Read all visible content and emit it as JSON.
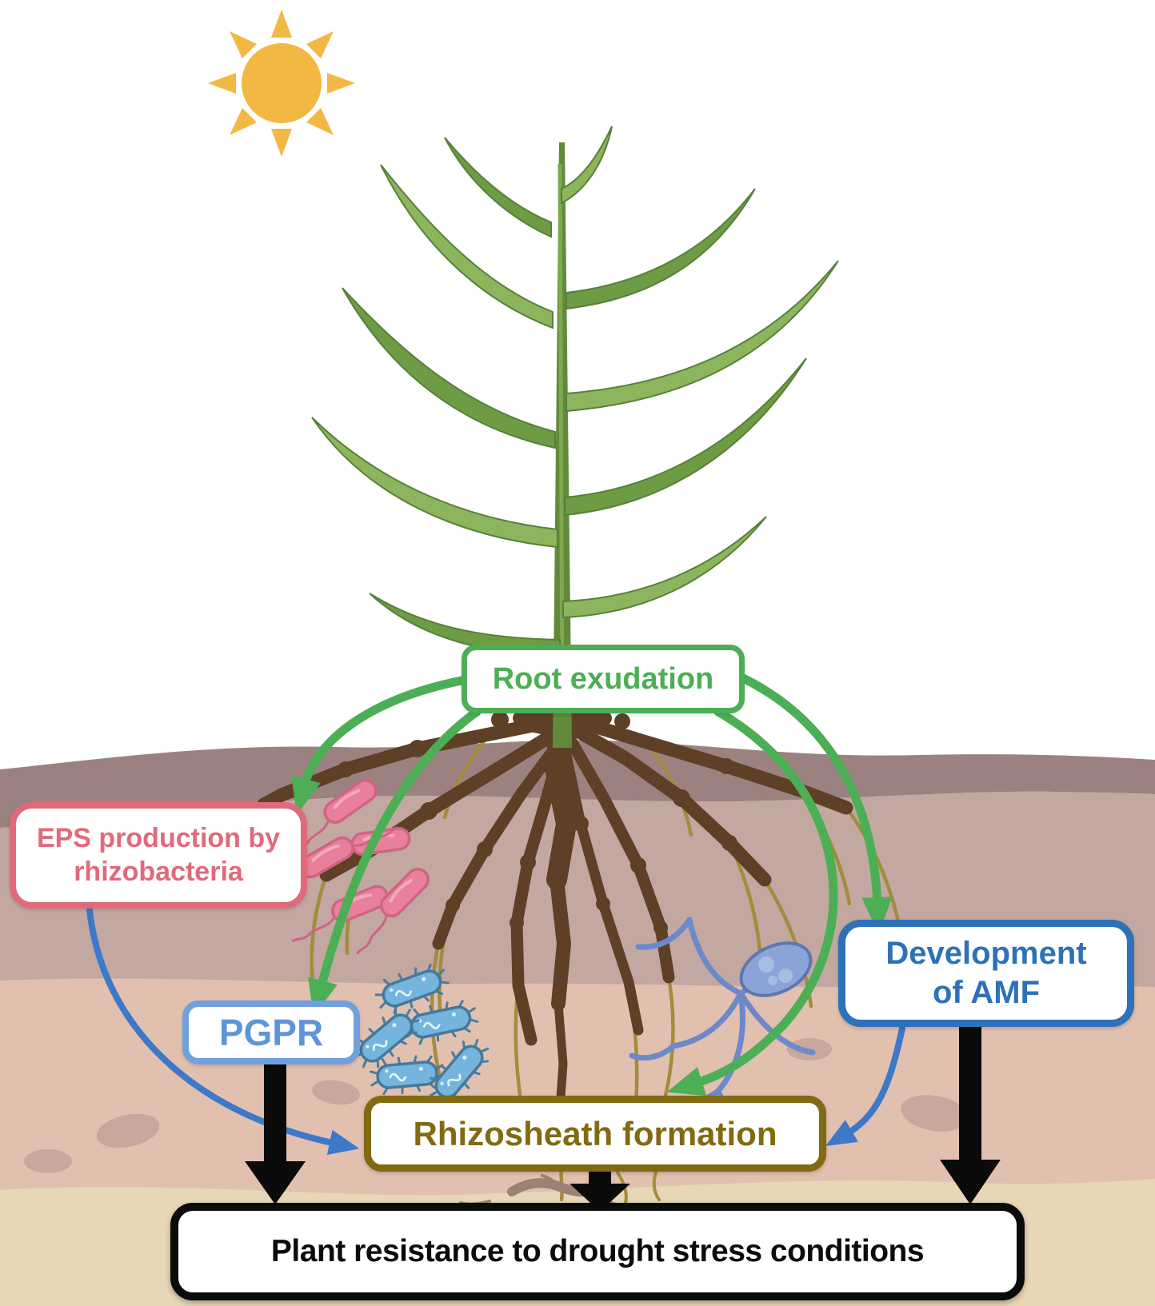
{
  "boxes": {
    "root_exudation": {
      "label": "Root exudation",
      "border_color": "#4cae55",
      "text_color": "#4cae55"
    },
    "eps": {
      "label": "EPS production by rhizobacteria",
      "border_color": "#e06a7c",
      "text_color": "#e06a7c"
    },
    "pgpr": {
      "label": "PGPR",
      "border_color": "#6fa1dc",
      "text_color": "#5e95d8"
    },
    "amf": {
      "label": "Development of AMF",
      "border_color": "#2d72b8",
      "text_color": "#2d72b8"
    },
    "rhizosheath": {
      "label": "Rhizosheath formation",
      "border_color": "#826a12",
      "text_color": "#826a12"
    },
    "outcome": {
      "label": "Plant resistance to drought stress conditions",
      "border_color": "#0b0b0b",
      "text_color": "#0b0b0b"
    }
  },
  "arrows": {
    "green_color": "#4cae55",
    "blue_color": "#3c79c8",
    "black_color": "#000000",
    "green": [
      {
        "from": "Root exudation",
        "to": "EPS production by rhizobacteria"
      },
      {
        "from": "Root exudation",
        "to": "PGPR"
      },
      {
        "from": "Root exudation",
        "to": "Development of AMF"
      },
      {
        "from": "Root exudation",
        "to": "Rhizosheath formation"
      }
    ],
    "blue": [
      {
        "from": "EPS production by rhizobacteria",
        "to": "Rhizosheath formation"
      },
      {
        "from": "Development of AMF",
        "to": "Rhizosheath formation"
      }
    ],
    "black": [
      {
        "from": "PGPR",
        "to": "Plant resistance to drought stress conditions"
      },
      {
        "from": "Rhizosheath formation",
        "to": "Plant resistance to drought stress conditions"
      },
      {
        "from": "Development of AMF",
        "to": "Plant resistance to drought stress conditions"
      }
    ]
  },
  "scene": {
    "icons": [
      "sun-icon",
      "corn-plant-icon",
      "root-system-icon",
      "rhizobacteria-pink-icon",
      "pgpr-bacteria-blue-icon",
      "amf-fungus-icon",
      "soil-pebble-icon",
      "root-sprig-icon"
    ],
    "colors": {
      "sun": "#f2b843",
      "stem": "#618b3a",
      "leaf_light": "#8cb55e",
      "leaf_dark": "#6e9c44",
      "soil_dark_band": "#9b8281",
      "soil_medium_band": "#c2a8a1",
      "soil_light_band": "#e2c0b0",
      "soil_tan_band": "#e7d7b6",
      "root_dark": "#5e4026",
      "root_fine": "#a38c3d",
      "bacteria_pink": "#e8809b",
      "bacteria_blue": "#74b4dd",
      "amf_blue": "#6d89ca"
    }
  }
}
